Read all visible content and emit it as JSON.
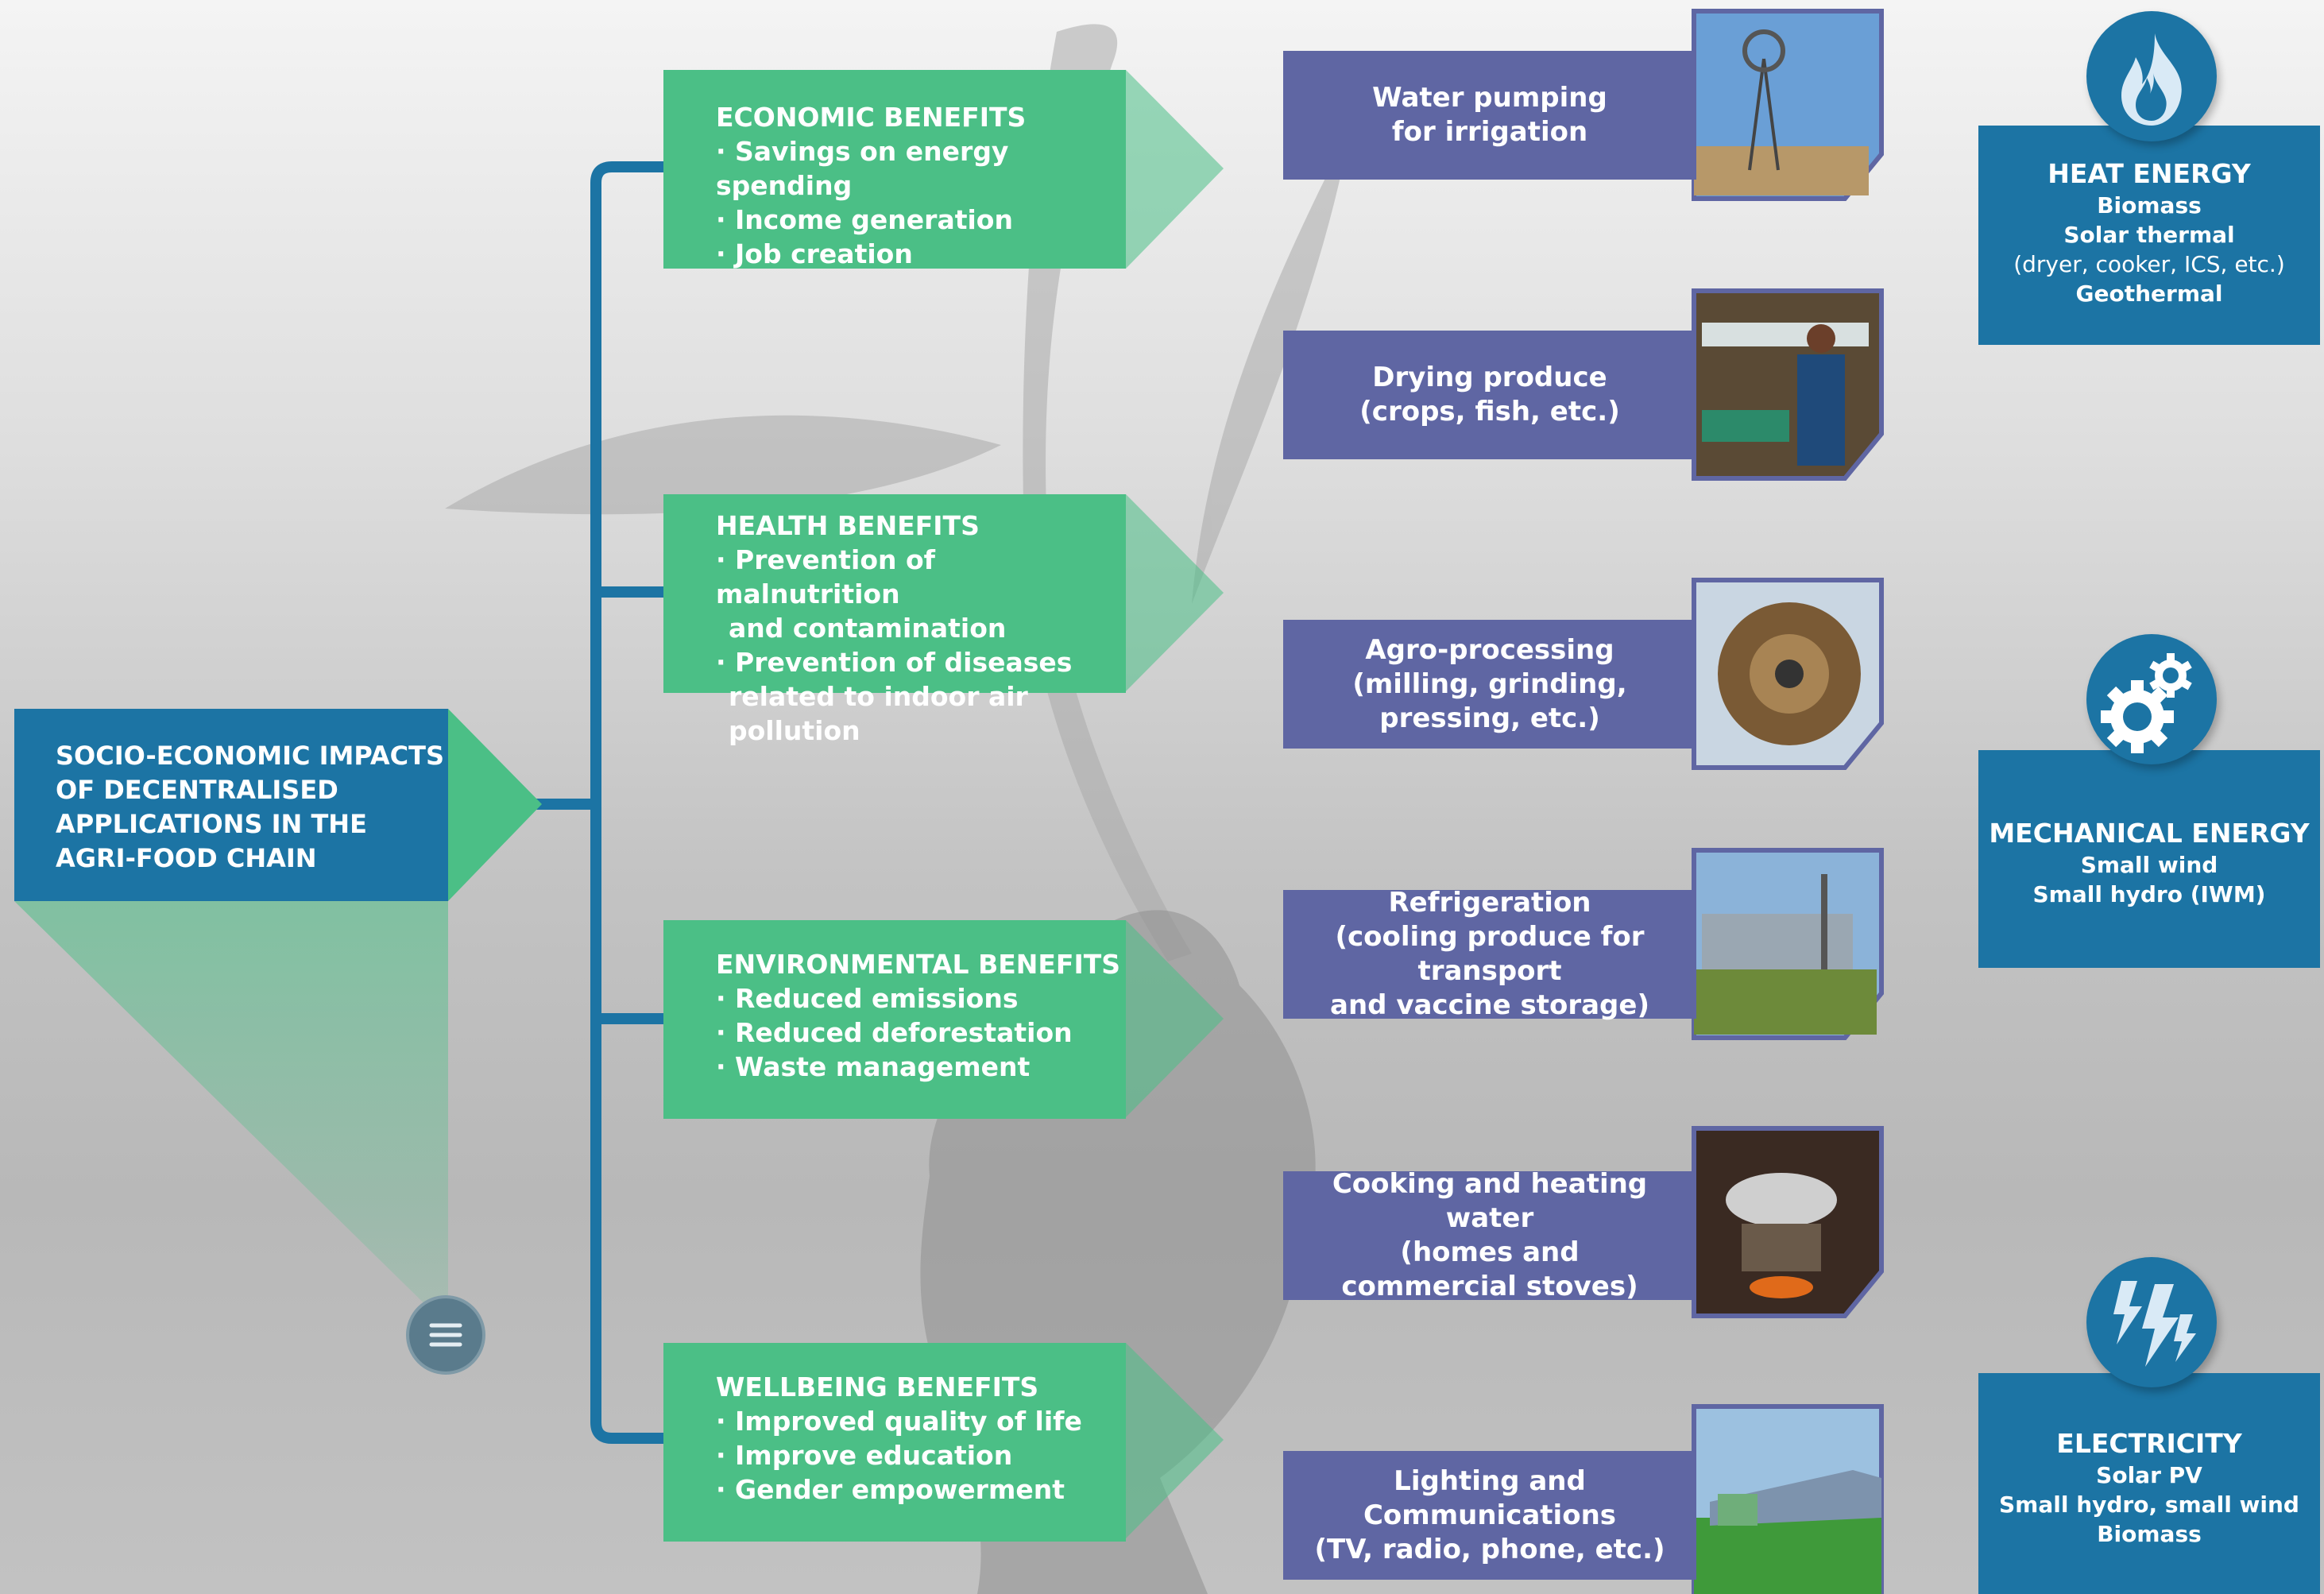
{
  "main": {
    "lines": [
      "SOCIO-ECONOMIC IMPACTS",
      "OF DECENTRALISED",
      "APPLICATIONS IN THE",
      "AGRI-FOOD CHAIN"
    ]
  },
  "benefits": [
    {
      "title": "ECONOMIC BENEFITS",
      "items": [
        "· Savings on energy spending",
        "· Income generation",
        "· Job creation"
      ]
    },
    {
      "title": "HEALTH BENEFITS",
      "items": [
        "· Prevention of malnutrition",
        "  and contamination",
        "· Prevention of diseases",
        "  related to indoor air pollution"
      ]
    },
    {
      "title": "ENVIRONMENTAL BENEFITS",
      "items": [
        "· Reduced emissions",
        "· Reduced deforestation",
        "· Waste management"
      ]
    },
    {
      "title": "WELLBEING BENEFITS",
      "items": [
        "· Improved quality of life",
        "· Improve education",
        "· Gender empowerment"
      ]
    }
  ],
  "applications": [
    {
      "lines": [
        "Water pumping",
        "for irrigation"
      ],
      "icon": "windmill-photo"
    },
    {
      "lines": [
        "Drying produce",
        "(crops, fish, etc.)"
      ],
      "icon": "drying-photo"
    },
    {
      "lines": [
        "Agro-processing",
        "(milling, grinding,",
        "pressing, etc.)"
      ],
      "icon": "mill-photo"
    },
    {
      "lines": [
        "Refrigeration",
        "(cooling produce for transport",
        "and vaccine storage)"
      ],
      "icon": "solar-panels-photo"
    },
    {
      "lines": [
        "Cooking and heating water",
        "(homes and",
        "commercial stoves)"
      ],
      "icon": "stove-photo"
    },
    {
      "lines": [
        "Lighting and",
        "Communications",
        "(TV, radio, phone, etc.)"
      ],
      "icon": "greenhouse-photo"
    }
  ],
  "energy": [
    {
      "title": "HEAT ENERGY",
      "lines": [
        "Biomass",
        "Solar thermal",
        "(dryer, cooker, ICS, etc.)",
        "Geothermal"
      ],
      "icon": "flame-icon"
    },
    {
      "title": "MECHANICAL ENERGY",
      "lines": [
        "Small wind",
        "Small hydro (IWM)"
      ],
      "icon": "gear-icon"
    },
    {
      "title": "ELECTRICITY",
      "lines": [
        "Solar PV",
        "Small hydro, small wind",
        "Biomass"
      ],
      "icon": "lightning-icon"
    }
  ],
  "colors": {
    "blue": "#1c74a4",
    "green": "#4bbf86",
    "purple": "#5f66a3"
  }
}
